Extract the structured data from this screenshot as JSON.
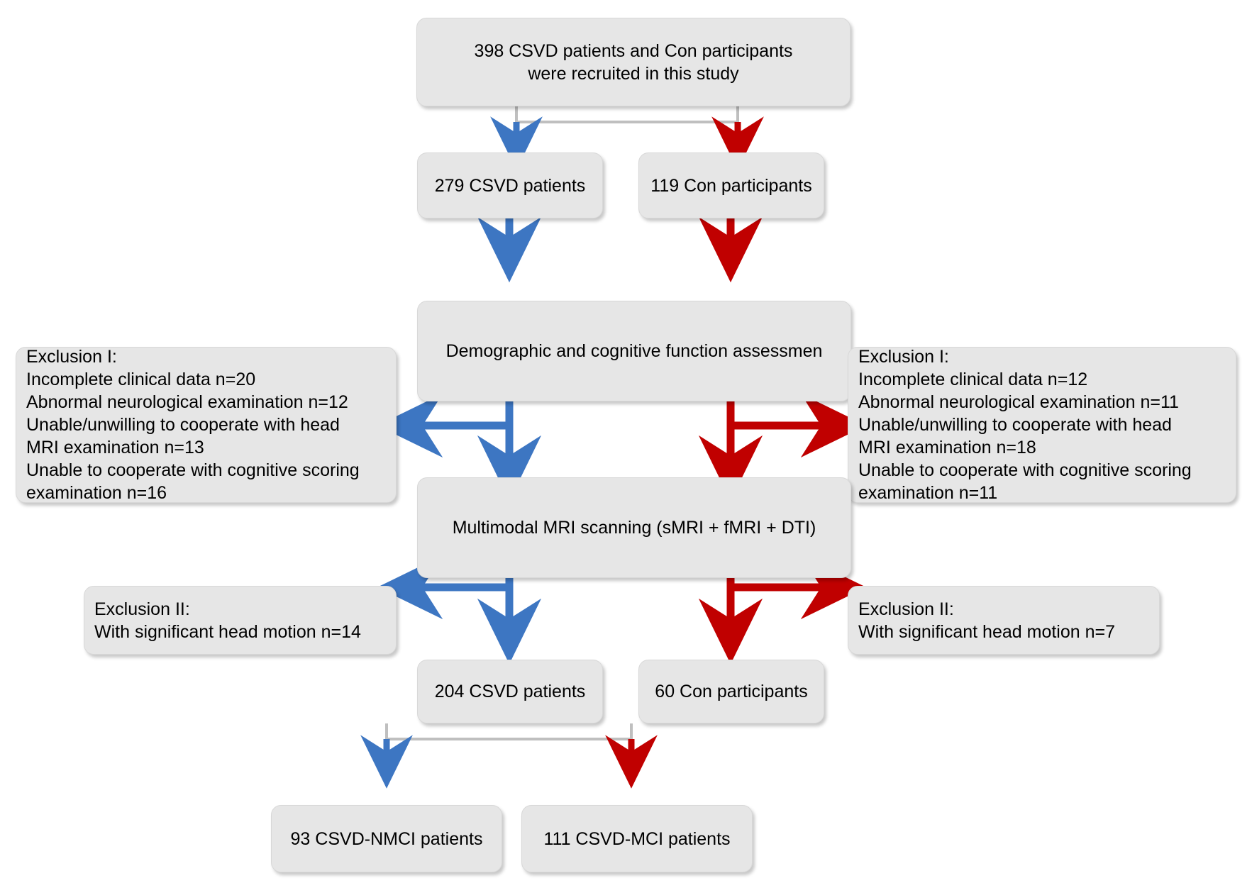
{
  "diagram": {
    "title": "CSVD study participant flow diagram",
    "colors": {
      "box_fill": "#e6e6e6",
      "box_border": "#d8d8d8",
      "csvd_arrow": "#3d76c2",
      "con_arrow": "#c00000",
      "neutral_connector": "#bfbfbf",
      "text": "#000000"
    },
    "nodes": {
      "recruited": "398 CSVD patients and Con participants\nwere recruited in this study",
      "csvd_279": "279 CSVD patients",
      "con_119": "119 Con participants",
      "assessment": "Demographic and cognitive function assessmen",
      "exclusion1_left": "Exclusion I:\nIncomplete clinical data n=20\nAbnormal neurological examination n=12\nUnable/unwilling to cooperate with head\nMRI  examination n=13\nUnable to cooperate with cognitive scoring\nexamination n=16",
      "exclusion1_right": "Exclusion I:\nIncomplete clinical data n=12\nAbnormal neurological examination n=11\nUnable/unwilling to cooperate with head\nMRI  examination n=18\nUnable to cooperate with cognitive scoring\nexamination n=11",
      "mri_scanning": "Multimodal MRI scanning (sMRI + fMRI + DTI)",
      "exclusion2_left": "Exclusion II:\nWith significant head motion n=14",
      "exclusion2_right": "Exclusion II:\nWith significant head motion n=7",
      "csvd_204": "204 CSVD patients",
      "con_60": "60 Con participants",
      "csvd_nmci_93": "93 CSVD-NMCI patients",
      "csvd_mci_111": "111 CSVD-MCI patients"
    },
    "edges": [
      {
        "name": "recruited-to-csvd279",
        "color": "#3d76c2"
      },
      {
        "name": "recruited-to-con119",
        "color": "#c00000"
      },
      {
        "name": "csvd279-to-assessment",
        "color": "#3d76c2"
      },
      {
        "name": "con119-to-assessment",
        "color": "#c00000"
      },
      {
        "name": "assessment-to-exclusion1-left",
        "color": "#3d76c2"
      },
      {
        "name": "assessment-to-exclusion1-right",
        "color": "#c00000"
      },
      {
        "name": "assessment-to-mri-csvd",
        "color": "#3d76c2"
      },
      {
        "name": "assessment-to-mri-con",
        "color": "#c00000"
      },
      {
        "name": "mri-to-exclusion2-left",
        "color": "#3d76c2"
      },
      {
        "name": "mri-to-exclusion2-right",
        "color": "#c00000"
      },
      {
        "name": "mri-to-csvd204",
        "color": "#3d76c2"
      },
      {
        "name": "mri-to-con60",
        "color": "#c00000"
      },
      {
        "name": "csvd204-to-nmci",
        "color": "#3d76c2"
      },
      {
        "name": "csvd204-to-mci",
        "color": "#c00000"
      }
    ]
  }
}
